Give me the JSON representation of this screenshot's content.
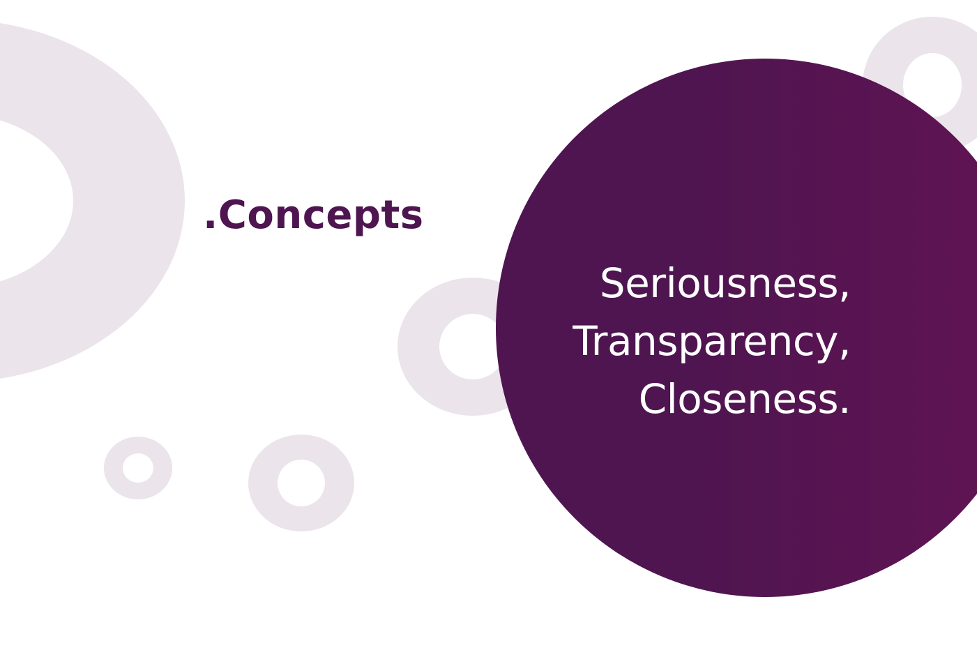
{
  "title": ".Concepts",
  "concepts": [
    "Seriousness,",
    "Transparency,",
    "Closeness."
  ],
  "colors": {
    "background": "#ffffff",
    "accent_dark": "#4e1550",
    "accent_mid": "#621453",
    "decor_ring": "#ebe4eb",
    "concept_text": "#ffffff"
  }
}
